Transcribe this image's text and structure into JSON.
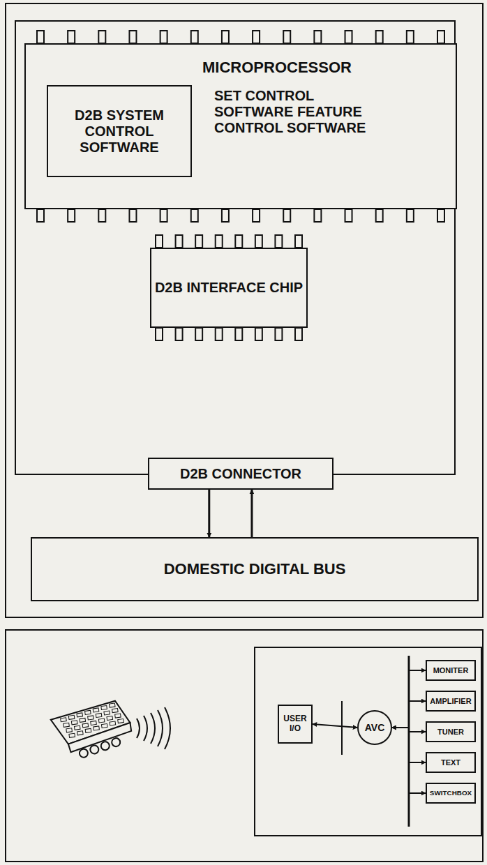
{
  "diagram": {
    "nodes": [
      {
        "text": [
          "MICROPROCESSOR",
          "SET CONTROL SOFTWARE FEATURE CONTROL SOFTWARE"
        ]
      },
      {
        "text": [
          "D2B SYSTEM CONTROL SOFTWARE"
        ],
        "in": 0
      },
      {
        "text": [
          "D2B INTERFACE CHIP"
        ]
      },
      {
        "text": [
          "D2B CONNECTOR"
        ]
      },
      {
        "text": [
          "DOMESTIC DIGITAL BUS"
        ]
      },
      {
        "text": [
          "USER I/O"
        ]
      },
      {
        "text": [
          "AVC"
        ]
      },
      {
        "text": [
          "MONITER"
        ]
      },
      {
        "text": [
          "AMPLIFIER"
        ]
      },
      {
        "text": [
          "TUNER"
        ]
      },
      {
        "text": [
          "TEXT"
        ]
      },
      {
        "text": [
          "SWITCHBOX"
        ]
      }
    ],
    "edges": [
      {
        "from": 3,
        "to": 4,
        "arrow": "to"
      },
      {
        "from": 4,
        "to": 3,
        "arrow": "to"
      },
      {
        "from": 5,
        "to": 6,
        "arrow": "both"
      },
      {
        "from": 6,
        "to": 7,
        "arrow": "both"
      },
      {
        "from": 6,
        "to": 8,
        "arrow": "both"
      },
      {
        "from": 6,
        "to": 9,
        "arrow": "both"
      },
      {
        "from": 6,
        "to": 10,
        "arrow": "both"
      },
      {
        "from": 6,
        "to": 11,
        "arrow": "both"
      }
    ]
  }
}
